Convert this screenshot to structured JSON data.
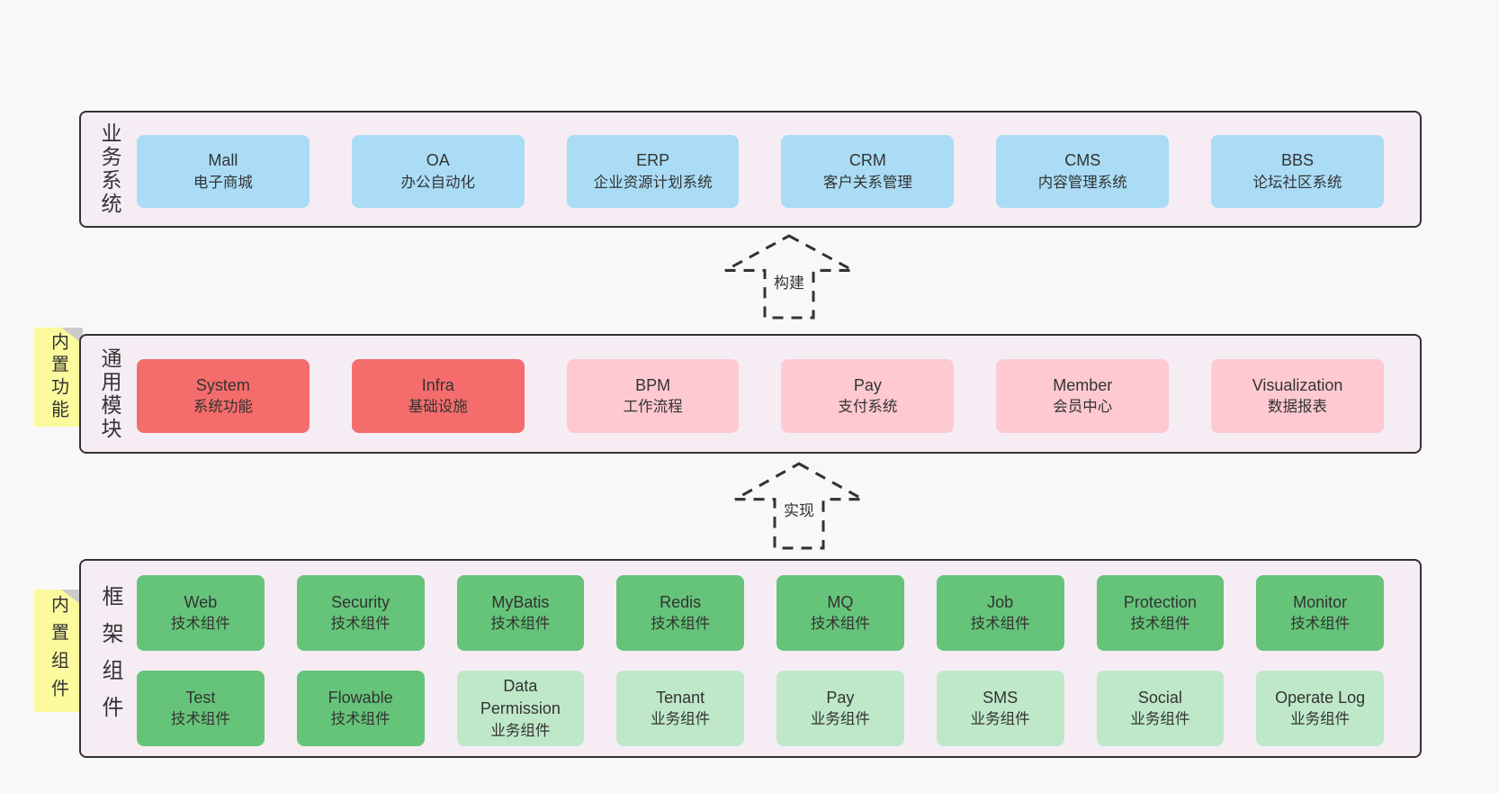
{
  "colors": {
    "page_bg": "#f8f8f8",
    "panel_bg": "#f6edf4",
    "panel_border": "#333333",
    "box_blue": "#aadcf6",
    "box_red": "#f56c6c",
    "box_pink": "#ffc9d1",
    "box_green_dark": "#65c479",
    "box_green_light": "#bfe8c8",
    "note_yellow": "#fbfa9d",
    "note_fold_gray": "#cbcbcb",
    "text": "#333333"
  },
  "arrows": [
    {
      "label": "构建"
    },
    {
      "label": "实现"
    }
  ],
  "layers": [
    {
      "label": "业务系统",
      "note": "",
      "rows": [
        [
          {
            "title": "Mall",
            "subtitle": "电子商城",
            "color": "blue"
          },
          {
            "title": "OA",
            "subtitle": "办公自动化",
            "color": "blue"
          },
          {
            "title": "ERP",
            "subtitle": "企业资源计划系统",
            "color": "blue"
          },
          {
            "title": "CRM",
            "subtitle": "客户关系管理",
            "color": "blue"
          },
          {
            "title": "CMS",
            "subtitle": "内容管理系统",
            "color": "blue"
          },
          {
            "title": "BBS",
            "subtitle": "论坛社区系统",
            "color": "blue"
          }
        ]
      ]
    },
    {
      "label": "通用模块",
      "note": "内置功能",
      "rows": [
        [
          {
            "title": "System",
            "subtitle": "系统功能",
            "color": "red"
          },
          {
            "title": "Infra",
            "subtitle": "基础设施",
            "color": "red"
          },
          {
            "title": "BPM",
            "subtitle": "工作流程",
            "color": "pink"
          },
          {
            "title": "Pay",
            "subtitle": "支付系统",
            "color": "pink"
          },
          {
            "title": "Member",
            "subtitle": "会员中心",
            "color": "pink"
          },
          {
            "title": "Visualization",
            "subtitle": "数据报表",
            "color": "pink"
          }
        ]
      ]
    },
    {
      "label": "框架组件",
      "note": "内置组件",
      "rows": [
        [
          {
            "title": "Web",
            "subtitle": "技术组件",
            "color": "green"
          },
          {
            "title": "Security",
            "subtitle": "技术组件",
            "color": "green"
          },
          {
            "title": "MyBatis",
            "subtitle": "技术组件",
            "color": "green"
          },
          {
            "title": "Redis",
            "subtitle": "技术组件",
            "color": "green"
          },
          {
            "title": "MQ",
            "subtitle": "技术组件",
            "color": "green"
          },
          {
            "title": "Job",
            "subtitle": "技术组件",
            "color": "green"
          },
          {
            "title": "Protection",
            "subtitle": "技术组件",
            "color": "green"
          },
          {
            "title": "Monitor",
            "subtitle": "技术组件",
            "color": "green"
          }
        ],
        [
          {
            "title": "Test",
            "subtitle": "技术组件",
            "color": "green"
          },
          {
            "title": "Flowable",
            "subtitle": "技术组件",
            "color": "green"
          },
          {
            "title": "Data Permission",
            "subtitle": "业务组件",
            "color": "green-light"
          },
          {
            "title": "Tenant",
            "subtitle": "业务组件",
            "color": "green-light"
          },
          {
            "title": "Pay",
            "subtitle": "业务组件",
            "color": "green-light"
          },
          {
            "title": "SMS",
            "subtitle": "业务组件",
            "color": "green-light"
          },
          {
            "title": "Social",
            "subtitle": "业务组件",
            "color": "green-light"
          },
          {
            "title": "Operate Log",
            "subtitle": "业务组件",
            "color": "green-light"
          }
        ]
      ]
    }
  ]
}
